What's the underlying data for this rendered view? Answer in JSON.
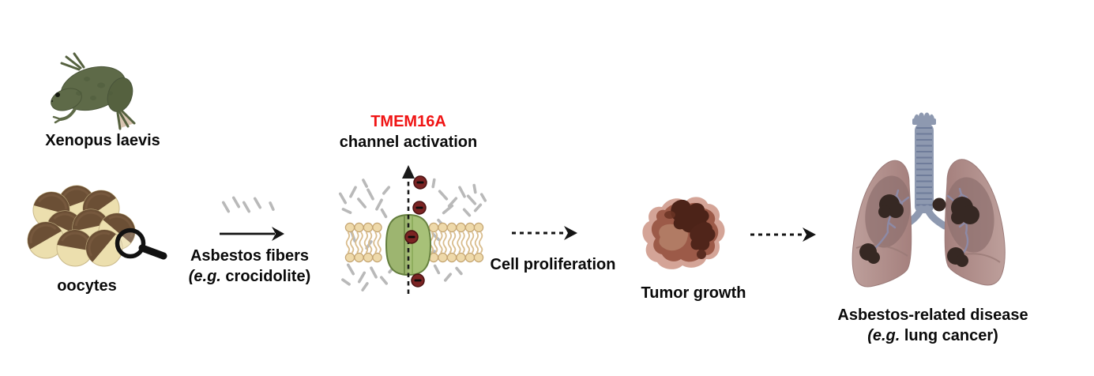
{
  "figure": {
    "model": {
      "organism_label": "Xenopus laevis",
      "sample_label": "oocytes"
    },
    "exposure": {
      "line1": "Asbestos fibers",
      "line2_italic": "(e.g.",
      "line2_rest": " crocidolite)"
    },
    "mechanism": {
      "gene": "TMEM16A",
      "event": "channel activation",
      "ion_symbol": "−"
    },
    "downstream": {
      "proliferation": "Cell proliferation",
      "tumor": "Tumor growth"
    },
    "outcome": {
      "line1": "Asbestos-related disease",
      "line2_italic": "(e.g.",
      "line2_rest": " lung cancer)"
    }
  },
  "colors": {
    "background": "#ffffff",
    "text": "#0a0a0a",
    "tmem16a_red": "#f01414",
    "arrow_black": "#141414",
    "fiber_gray": "#b9b9b9",
    "membrane_tan": "#eed9aa",
    "channel_green": "#a7c178",
    "ion_dark_red": "#7b2323",
    "frog_olive": "#5e6a48",
    "oocyte_brown": "#6b4f35",
    "oocyte_cream": "#ecdfae",
    "tumor_brown": "#8d4938",
    "lung_mauve": "#b29290",
    "trachea_blue_gray": "#8e99b0",
    "lung_tumor_dark": "#362823"
  }
}
